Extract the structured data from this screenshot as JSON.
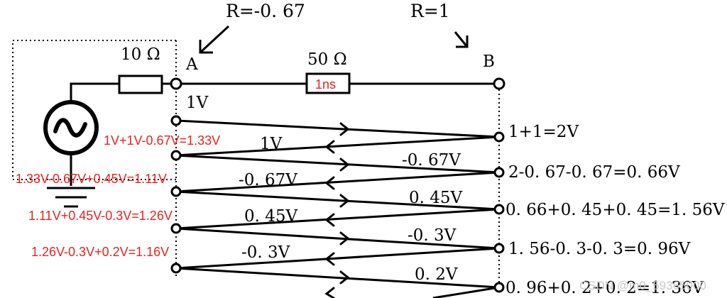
{
  "colors": {
    "line": "#000000",
    "annotation": "#e8231f",
    "watermark": "#c9c9c9"
  },
  "labels": {
    "reflection_a": "R=-0. 67",
    "reflection_b": "R=1",
    "source_resistor": "10 Ω",
    "line_impedance": "50 Ω",
    "delay": "1ns",
    "node_a": "A",
    "node_b": "B"
  },
  "waves": {
    "incident": [
      "1V",
      "1V",
      "-0. 67V",
      "0. 45V",
      "-0. 3V"
    ],
    "reflected": [
      "-0. 67V",
      "0. 45V",
      "-0. 3V",
      "0. 2V"
    ]
  },
  "end_b_voltages": [
    "1+1=2V",
    "2-0. 67-0. 67=0. 66V",
    "0. 66+0. 45+0. 45=1. 56V",
    "1. 56-0. 3-0. 3=0. 96V",
    "0. 96+0. 2+0. 2=1. 36V"
  ],
  "end_a_voltages": [
    "1V+1V-0.67V=1.33V",
    "1.33V-0.67V+0.45V=1.11V",
    "1.11V+0.45V-0.3V=1.26V",
    "1.26V-0.3V+0.2V=1.16V"
  ],
  "icons": {
    "source": "ac-source-icon",
    "ground": "ground-icon"
  },
  "watermark": "CSDN @m0_59365000"
}
